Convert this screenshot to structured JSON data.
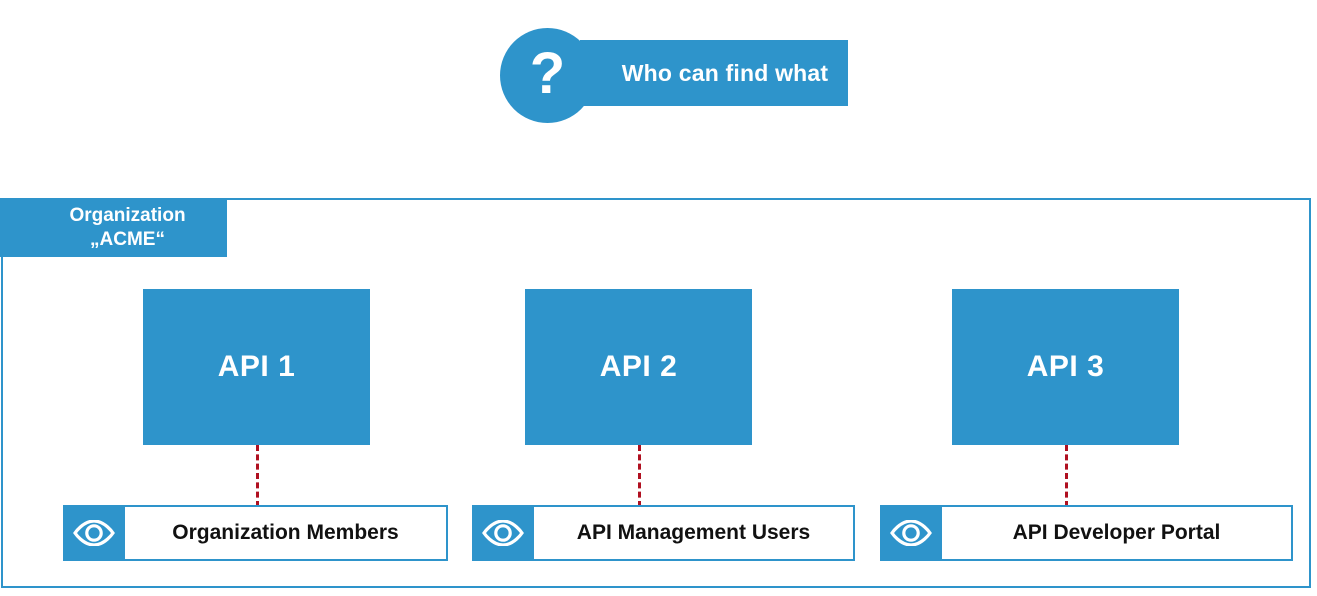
{
  "banner": {
    "icon": "question-mark-icon",
    "question_mark": "?",
    "title": "Who can find what"
  },
  "organization": {
    "tag_line1": "Organization",
    "tag_line2": "„ACME“"
  },
  "apis": [
    {
      "label": "API 1"
    },
    {
      "label": "API 2"
    },
    {
      "label": "API 3"
    }
  ],
  "audiences": [
    {
      "icon": "eye-icon",
      "label": "Organization Members"
    },
    {
      "icon": "eye-icon",
      "label": "API Management Users"
    },
    {
      "icon": "eye-icon",
      "label": "API Developer Portal"
    }
  ],
  "colors": {
    "brand_blue": "#2e94cb",
    "connector_red": "#b01020",
    "text_dark": "#111111",
    "text_light": "#ffffff",
    "background": "#ffffff"
  }
}
